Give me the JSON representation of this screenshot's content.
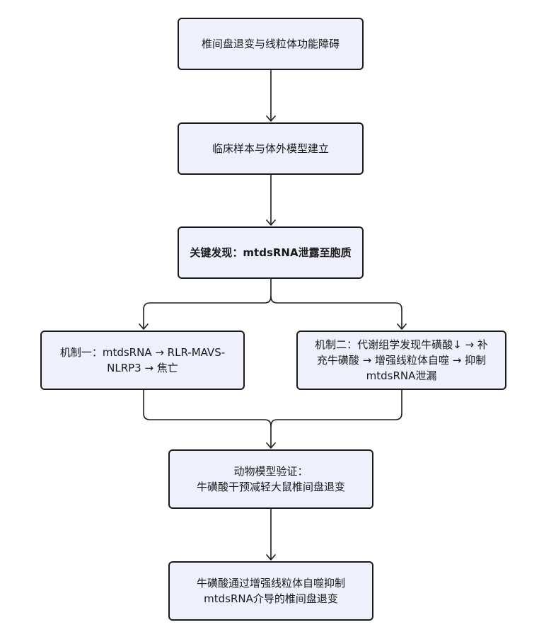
{
  "flowchart": {
    "nodes": [
      {
        "id": "n1",
        "text": "椎间盘退变与线粒体功能障碍"
      },
      {
        "id": "n2",
        "text": "临床样本与体外模型建立"
      },
      {
        "id": "n3",
        "text": "关键发现：mtdsRNA泄露至胞质"
      },
      {
        "id": "n4",
        "text": "机制一：mtdsRNA → RLR-MAVS-\nNLRP3 → 焦亡"
      },
      {
        "id": "n5",
        "text": "机制二：代谢组学发现牛磺酸↓ → 补\n充牛磺酸 → 增强线粒体自噬 → 抑制\nmtdsRNA泄漏"
      },
      {
        "id": "n6",
        "text": "动物模型验证：\n牛磺酸干预减轻大鼠椎间盘退变"
      },
      {
        "id": "n7",
        "text": "牛磺酸通过增强线粒体自噬抑制\nmtdsRNA介导的椎间盘退变"
      }
    ],
    "colors": {
      "node_fill": "#eef0fb",
      "node_border": "#1c1c1c",
      "connector": "#1c1c1c"
    }
  }
}
